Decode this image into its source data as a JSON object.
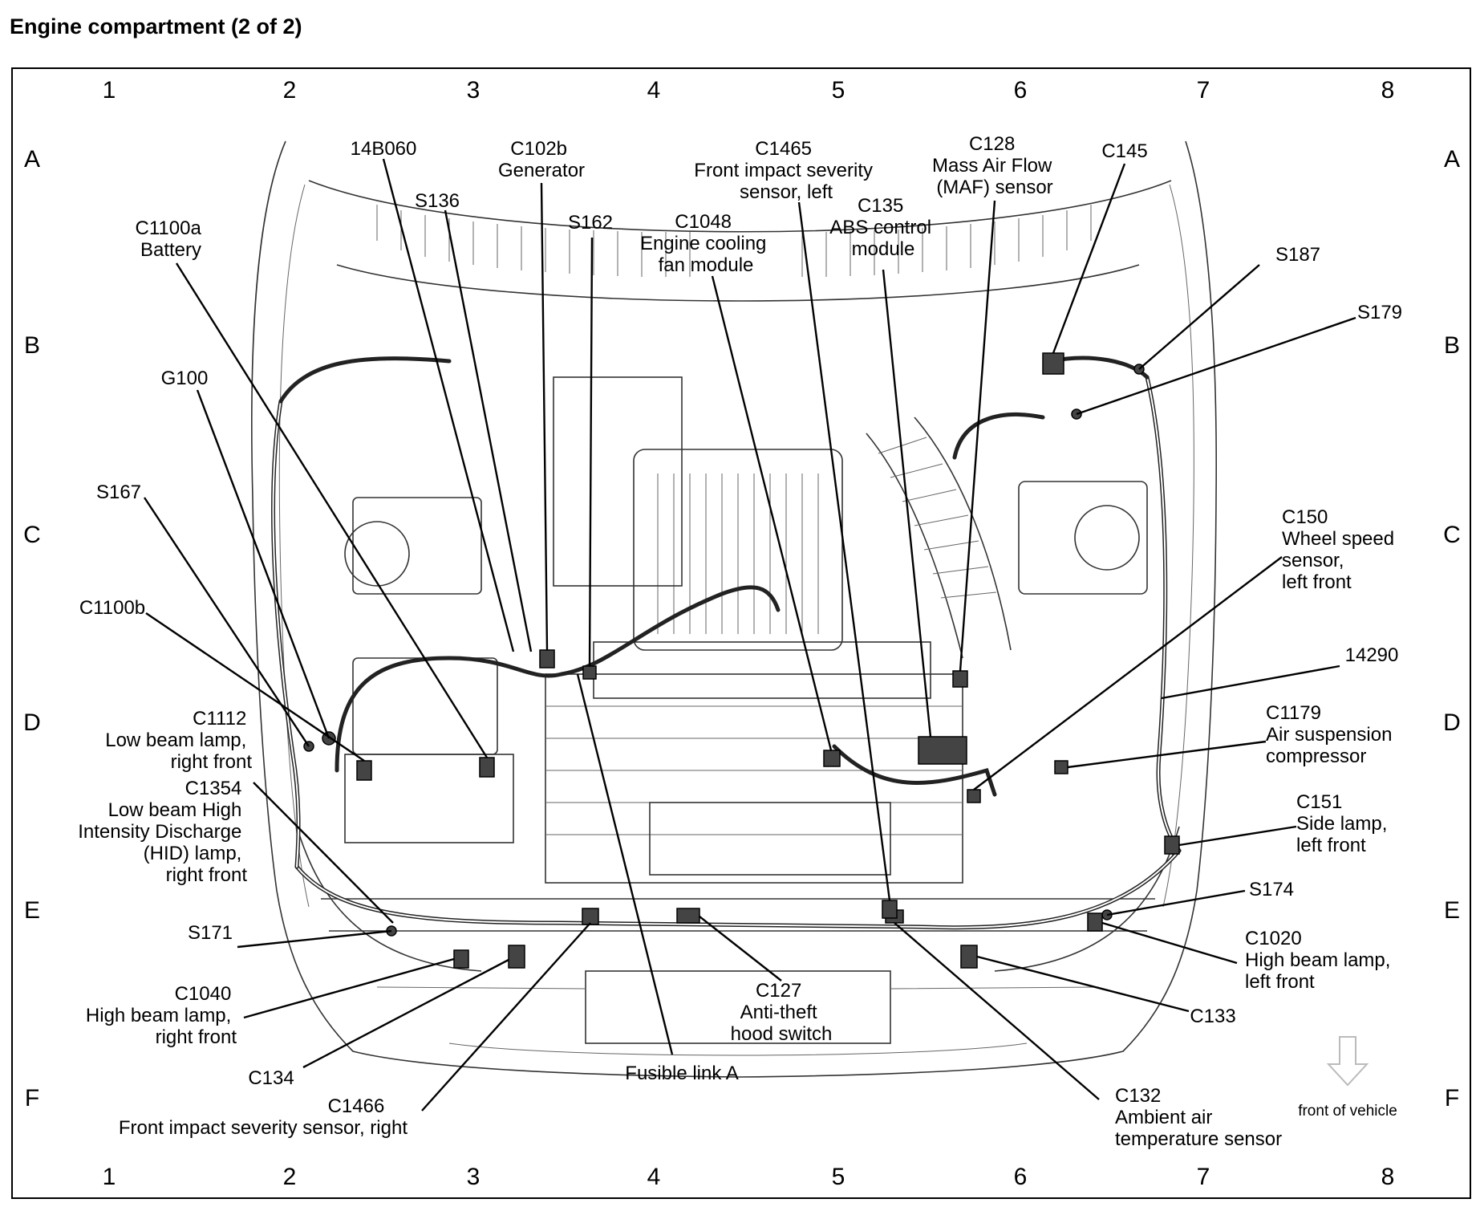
{
  "page": {
    "title": "Engine compartment (2 of 2)",
    "legend": "front of vehicle"
  },
  "grid": {
    "columns": [
      "1",
      "2",
      "3",
      "4",
      "5",
      "6",
      "7",
      "8"
    ],
    "rows": [
      "A",
      "B",
      "C",
      "D",
      "E",
      "F"
    ]
  },
  "labels": {
    "l_14b060": [
      "14B060"
    ],
    "l_c102b": [
      "C102b",
      "Generator"
    ],
    "l_c1465": [
      "C1465",
      "Front impact severity",
      "sensor, left"
    ],
    "l_c128": [
      "C128",
      "Mass Air Flow",
      "(MAF) sensor"
    ],
    "l_c145": [
      "C145"
    ],
    "l_s136": [
      "S136"
    ],
    "l_c135": [
      "C135",
      "ABS control",
      "module"
    ],
    "l_c1100a": [
      "C1100a",
      "Battery"
    ],
    "l_s162": [
      "S162"
    ],
    "l_c1048": [
      "C1048",
      "Engine cooling",
      "fan module"
    ],
    "l_s187": [
      "S187"
    ],
    "l_s179": [
      "S179"
    ],
    "l_g100": [
      "G100"
    ],
    "l_s167": [
      "S167"
    ],
    "l_c150": [
      "C150",
      "Wheel speed",
      "sensor,",
      "left front"
    ],
    "l_c1100b": [
      "C1100b"
    ],
    "l_14290": [
      "14290"
    ],
    "l_c1112": [
      "C1112",
      "Low beam lamp,",
      "right front"
    ],
    "l_c1179": [
      "C1179",
      "Air suspension",
      "compressor"
    ],
    "l_c1354": [
      "C1354",
      "Low beam High",
      "Intensity Discharge",
      "(HID) lamp,",
      "right front"
    ],
    "l_c151": [
      "C151",
      "Side lamp,",
      "left front"
    ],
    "l_s174": [
      "S174"
    ],
    "l_s171": [
      "S171"
    ],
    "l_c1020": [
      "C1020",
      "High beam lamp,",
      "left front"
    ],
    "l_c1040": [
      "C1040",
      "High beam lamp,",
      "right front"
    ],
    "l_c127": [
      "C127",
      "Anti-theft",
      "hood switch"
    ],
    "l_c133": [
      "C133"
    ],
    "l_c134": [
      "C134"
    ],
    "l_fusible": [
      "Fusible link A"
    ],
    "l_c1466": [
      "C1466",
      "Front impact severity sensor, right"
    ],
    "l_c132": [
      "C132",
      "Ambient air",
      "temperature sensor"
    ]
  }
}
